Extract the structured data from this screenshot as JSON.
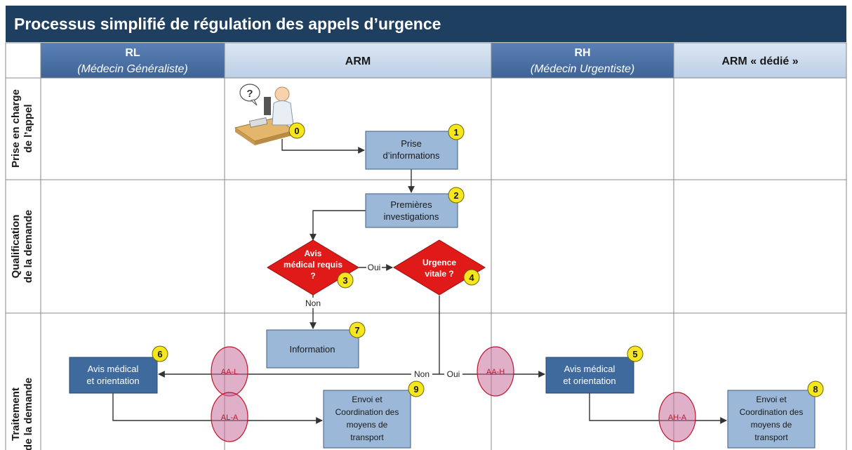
{
  "title": "Processus simplifié de régulation des appels d’urgence",
  "columns": [
    {
      "id": "rl",
      "title": "RL",
      "subtitle": "(Médecin Généraliste)"
    },
    {
      "id": "arm",
      "title": "ARM",
      "subtitle": ""
    },
    {
      "id": "rh",
      "title": "RH",
      "subtitle": "(Médecin Urgentiste)"
    },
    {
      "id": "armd",
      "title": "ARM « dédié »",
      "subtitle": ""
    }
  ],
  "lanes": [
    {
      "id": "prise",
      "line1": "Prise en charge",
      "line2": "de l’appel"
    },
    {
      "id": "qualif",
      "line1": "Qualification",
      "line2": "de la demande"
    },
    {
      "id": "trait",
      "line1": "Traitement",
      "line2": "de la demande"
    }
  ],
  "boxes": [
    {
      "id": "b1",
      "lines": [
        "Prise",
        "d’informations"
      ],
      "badge": "1",
      "dark": false
    },
    {
      "id": "b2",
      "lines": [
        "Premières",
        "investigations"
      ],
      "badge": "2",
      "dark": false
    },
    {
      "id": "b7",
      "lines": [
        "Information"
      ],
      "badge": "7",
      "dark": false
    },
    {
      "id": "b6",
      "lines": [
        "Avis médical",
        "et orientation"
      ],
      "badge": "6",
      "dark": true
    },
    {
      "id": "b5",
      "lines": [
        "Avis médical",
        "et orientation"
      ],
      "badge": "5",
      "dark": true
    },
    {
      "id": "b9",
      "lines": [
        "Envoi et",
        "Coordination des",
        "moyens de",
        "transport"
      ],
      "badge": "9",
      "dark": false
    },
    {
      "id": "b8",
      "lines": [
        "Envoi et",
        "Coordination des",
        "moyens de",
        "transport"
      ],
      "badge": "8",
      "dark": false
    }
  ],
  "decisions": [
    {
      "id": "d3",
      "lines": [
        "Avis",
        "médical requis",
        "?"
      ],
      "badge": "3"
    },
    {
      "id": "d4",
      "lines": [
        "Urgence",
        "vitale ?"
      ],
      "badge": "4"
    }
  ],
  "start_badge": "0",
  "ellipses": [
    {
      "id": "e-aal",
      "label": "AA-L"
    },
    {
      "id": "e-aah",
      "label": "AA-H"
    },
    {
      "id": "e-ala",
      "label": "AL-A"
    },
    {
      "id": "e-aha",
      "label": "AH-A"
    }
  ],
  "edge_labels": {
    "oui_3_4": "Oui",
    "non_3": "Non",
    "non_4": "Non",
    "oui_4": "Oui"
  },
  "colors": {
    "title_bg": "#1f3f60",
    "header_bg": "#4a6fa5",
    "header_bg_light": "#cfdced",
    "box_light": "#9bb8d8",
    "box_dark": "#3e6a9e",
    "diamond": "#e01919",
    "badge": "#f5e61d",
    "ellipse": "#c66f9c",
    "ellipse_text": "#c0142a"
  }
}
